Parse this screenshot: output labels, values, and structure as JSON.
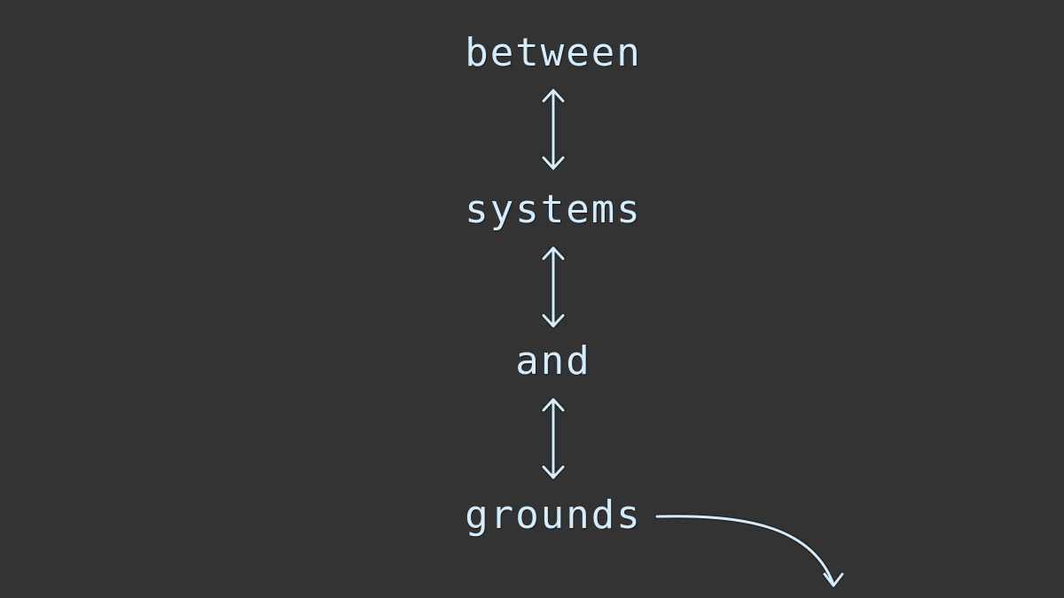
{
  "diagram": {
    "background_color": "#333333",
    "text_color": "#d4ecfb",
    "words": [
      {
        "id": "between",
        "label": "between"
      },
      {
        "id": "systems",
        "label": "systems"
      },
      {
        "id": "and",
        "label": "and"
      },
      {
        "id": "grounds",
        "label": "grounds"
      }
    ],
    "connectors": [
      {
        "from": "between",
        "to": "systems",
        "type": "bidirectional-arrow"
      },
      {
        "from": "systems",
        "to": "and",
        "type": "bidirectional-arrow"
      },
      {
        "from": "and",
        "to": "grounds",
        "type": "bidirectional-arrow"
      },
      {
        "from": "grounds",
        "to": "off-canvas-bottom-right",
        "type": "curved-arrow"
      }
    ]
  }
}
